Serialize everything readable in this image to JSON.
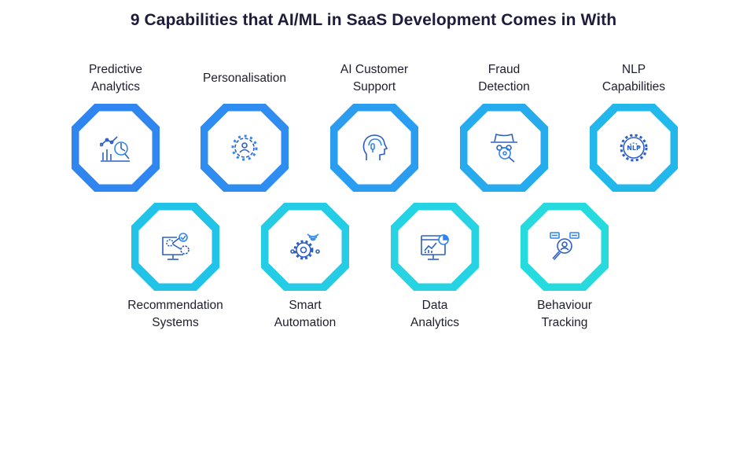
{
  "title": "9 Capabilities that AI/ML in SaaS Development Comes in With",
  "capabilities": [
    {
      "lines": [
        "Predictive",
        "Analytics"
      ],
      "icon": "analytics-magnifier-icon",
      "color": "#2f86f0"
    },
    {
      "lines": [
        "Personalisation",
        ""
      ],
      "icon": "gear-person-icon",
      "color": "#2f8cf0"
    },
    {
      "lines": [
        "AI Customer",
        "Support"
      ],
      "icon": "head-headset-icon",
      "color": "#2b9df0"
    },
    {
      "lines": [
        "Fraud",
        "Detection"
      ],
      "icon": "hat-spy-magnifier-icon",
      "color": "#26acee"
    },
    {
      "lines": [
        "NLP",
        "Capabilities"
      ],
      "icon": "nlp-gear-icon",
      "color": "#22b8ec"
    },
    {
      "lines": [
        "Recommendation",
        "Systems"
      ],
      "icon": "monitor-gears-icon",
      "color": "#21c4e8"
    },
    {
      "lines": [
        "Smart",
        "Automation"
      ],
      "icon": "gear-wireless-icon",
      "color": "#24cce6"
    },
    {
      "lines": [
        "Data",
        "Analytics"
      ],
      "icon": "monitor-charts-icon",
      "color": "#25d3e2"
    },
    {
      "lines": [
        "Behaviour",
        "Tracking"
      ],
      "icon": "person-search-chat-icon",
      "color": "#27dade"
    }
  ]
}
